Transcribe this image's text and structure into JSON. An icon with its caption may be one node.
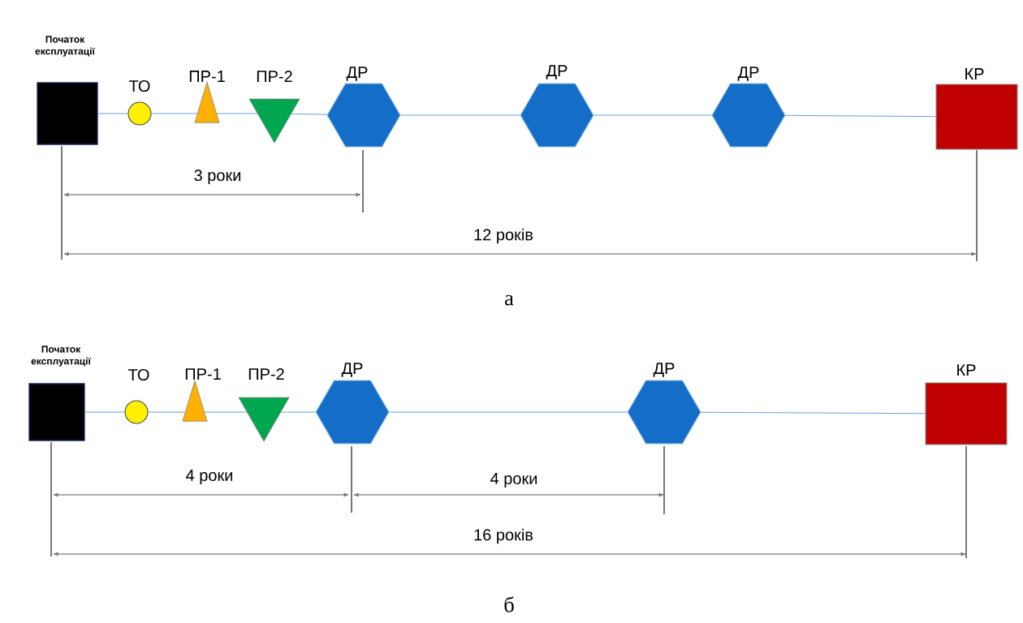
{
  "diagram": {
    "nodes": [
      {
        "text": [
          "Початок експлуатації"
        ]
      },
      {
        "text": [
          "ТО"
        ]
      },
      {
        "text": [
          "ПР-1"
        ]
      },
      {
        "text": [
          "ПР-2"
        ]
      },
      {
        "text": [
          "ДР"
        ]
      },
      {
        "text": [
          "ДР"
        ]
      },
      {
        "text": [
          "ДР"
        ]
      },
      {
        "text": [
          "КР"
        ]
      },
      {
        "text": [
          "Початок експлуатації"
        ]
      },
      {
        "text": [
          "ТО"
        ]
      },
      {
        "text": [
          "ПР-1"
        ]
      },
      {
        "text": [
          "ПР-2"
        ]
      },
      {
        "text": [
          "ДР"
        ]
      },
      {
        "text": [
          "ДР"
        ]
      },
      {
        "text": [
          "КР"
        ]
      }
    ],
    "edges": [
      {
        "from": 0,
        "to": 1,
        "arrow": "none"
      },
      {
        "from": 1,
        "to": 2,
        "arrow": "none"
      },
      {
        "from": 2,
        "to": 3,
        "arrow": "none"
      },
      {
        "from": 3,
        "to": 4,
        "arrow": "none"
      },
      {
        "from": 4,
        "to": 5,
        "arrow": "none"
      },
      {
        "from": 5,
        "to": 6,
        "arrow": "none"
      },
      {
        "from": 6,
        "to": 7,
        "arrow": "none"
      },
      {
        "from": 8,
        "to": 9,
        "arrow": "none"
      },
      {
        "from": 9,
        "to": 10,
        "arrow": "none"
      },
      {
        "from": 10,
        "to": 11,
        "arrow": "none"
      },
      {
        "from": 11,
        "to": 12,
        "arrow": "none"
      },
      {
        "from": 12,
        "to": 13,
        "arrow": "none"
      },
      {
        "from": 13,
        "to": 14,
        "arrow": "none"
      }
    ],
    "labels": [
      "3 роки",
      "12 років",
      "а",
      "4 роки",
      "4 роки",
      "16 років",
      "б"
    ]
  }
}
